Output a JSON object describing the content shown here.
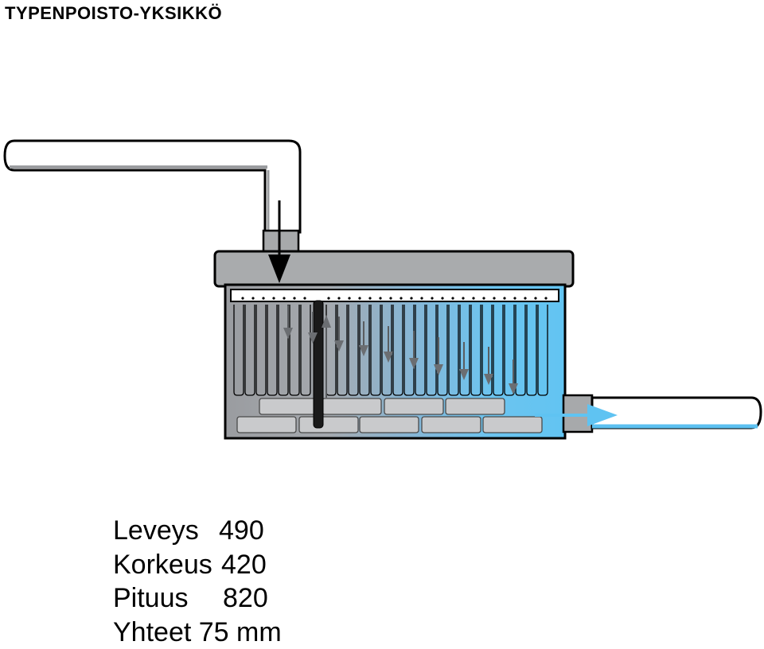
{
  "title": "TYPENPOISTO-YKSIKKÖ",
  "specs": {
    "width_label": "Leveys",
    "width_value": "490",
    "height_label": "Korkeus",
    "height_value": "420",
    "length_label": "Pituus",
    "length_value": "820",
    "connections": "Yhteet 75 mm"
  },
  "colors": {
    "water": "#6ec6f0",
    "tank_grey": "#9ea0a3",
    "lid_grey": "#a9abad",
    "outline": "#000000"
  }
}
